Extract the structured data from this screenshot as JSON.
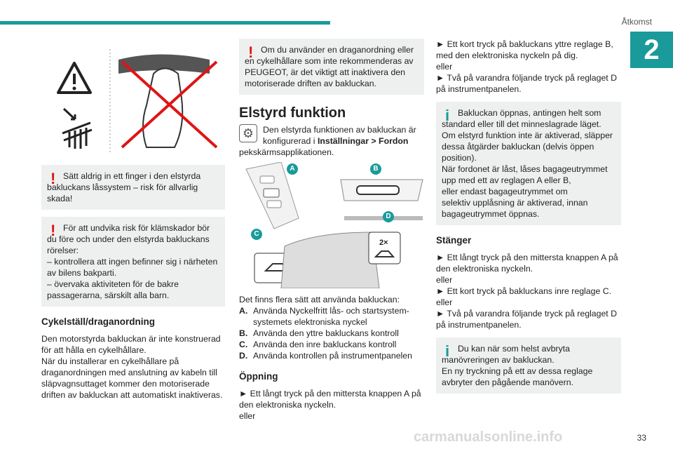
{
  "header": {
    "section": "Åtkomst",
    "chapter": "2",
    "page_number": "33"
  },
  "watermark": "carmanualsonline.info",
  "col1": {
    "warning1": "Sätt aldrig in ett finger i den elstyrda bakluckans låssystem – risk för allvarlig skada!",
    "warning2": "För att undvika risk för klämskador bör du före och under den elstyrda bakluckans rörelser:\n– kontrollera att ingen befinner sig i närheten av bilens bakparti.\n– övervaka aktiviteten för de bakre passagerarna, särskilt alla barn.",
    "heading": "Cykelställ/draganordning",
    "body": "Den motorstyrda bakluckan är inte konstruerad för att hålla en cykelhållare.\nNär du installerar en cykelhållare på draganordningen med anslutning av kabeln till släpvagnsuttaget kommer den motoriserade driften av bakluckan att automatiskt inaktiveras."
  },
  "col2": {
    "warning": "Om du använder en draganordning eller en cykelhållare som inte rekommenderas av PEUGEOT, är det viktigt att inaktivera den motoriserade driften av bakluckan.",
    "title": "Elstyrd funktion",
    "intro_pre": "Den elstyrda funktionen av bakluckan är konfigurerad i ",
    "intro_bold": "Inställningar > Fordon",
    "intro_post": " pekskärmsapplikationen.",
    "illustration_labels": [
      "A",
      "B",
      "C",
      "D"
    ],
    "illustration_counter": "2×",
    "methods_intro": "Det finns flera sätt att använda bakluckan:",
    "methods": [
      {
        "key": "A.",
        "text": "Använda Nyckelfritt lås- och startsystem-systemets elektroniska nyckel"
      },
      {
        "key": "B.",
        "text": "Använda den yttre bakluckans kontroll"
      },
      {
        "key": "C.",
        "text": "Använda den inre bakluckans kontroll"
      },
      {
        "key": "D.",
        "text": "Använda kontrollen på instrumentpanelen"
      }
    ],
    "opening_heading": "Öppning",
    "opening_text": "► Ett långt tryck på den mittersta knappen A på den elektroniska nyckeln.\neller"
  },
  "col3": {
    "text1": "► Ett kort tryck på bakluckans yttre reglage B, med den elektroniska nyckeln på dig.\neller\n► Två på varandra följande tryck på reglaget D på instrumentpanelen.",
    "info1": "Bakluckan öppnas, antingen helt som standard eller till det minneslagrade läget.\nOm elstyrd funktion inte är aktiverad, släpper dessa åtgärder bakluckan (delvis öppen position).\nNär fordonet är låst, låses bagageutrymmet upp med ett av reglagen A eller B,\neller endast bagageutrymmet om\nselektiv upplåsning är aktiverad, innan bagageutrymmet öppnas.",
    "closing_heading": "Stänger",
    "closing_text": "► Ett långt tryck på den mittersta knappen A på den elektroniska nyckeln.\neller\n► Ett kort tryck på bakluckans inre reglage C.\neller\n► Två på varandra följande tryck på reglaget D på instrumentpanelen.",
    "info2": "Du kan när som helst avbryta manövreringen av bakluckan.\nEn ny tryckning på ett av dessa reglage avbryter den pågående manövern."
  }
}
